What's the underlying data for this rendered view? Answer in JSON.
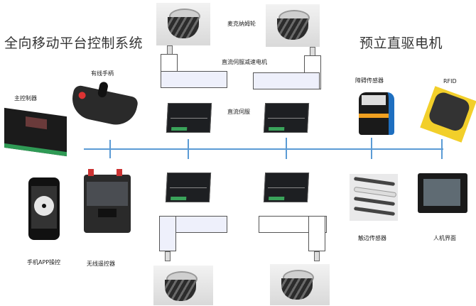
{
  "titles": {
    "left": "全向移动平台控制系统",
    "right": "预立直驱电机"
  },
  "labels": {
    "mecanum_wheel": "麦克纳姆轮",
    "dc_servo_gear_motor": "直流伺服减速电机",
    "dc_servo_driver": "直流伺服",
    "wired_handle": "有线手柄",
    "main_controller": "主控制器",
    "obstacle_sensor": "障碍传感器",
    "rfid": "RFID",
    "phone_app": "手机APP操控",
    "wireless_remote": "无线遥控器",
    "bumper_sensor": "触边传感器",
    "hmi": "人机界面"
  },
  "colors": {
    "bus_line": "#5b9bd5"
  }
}
